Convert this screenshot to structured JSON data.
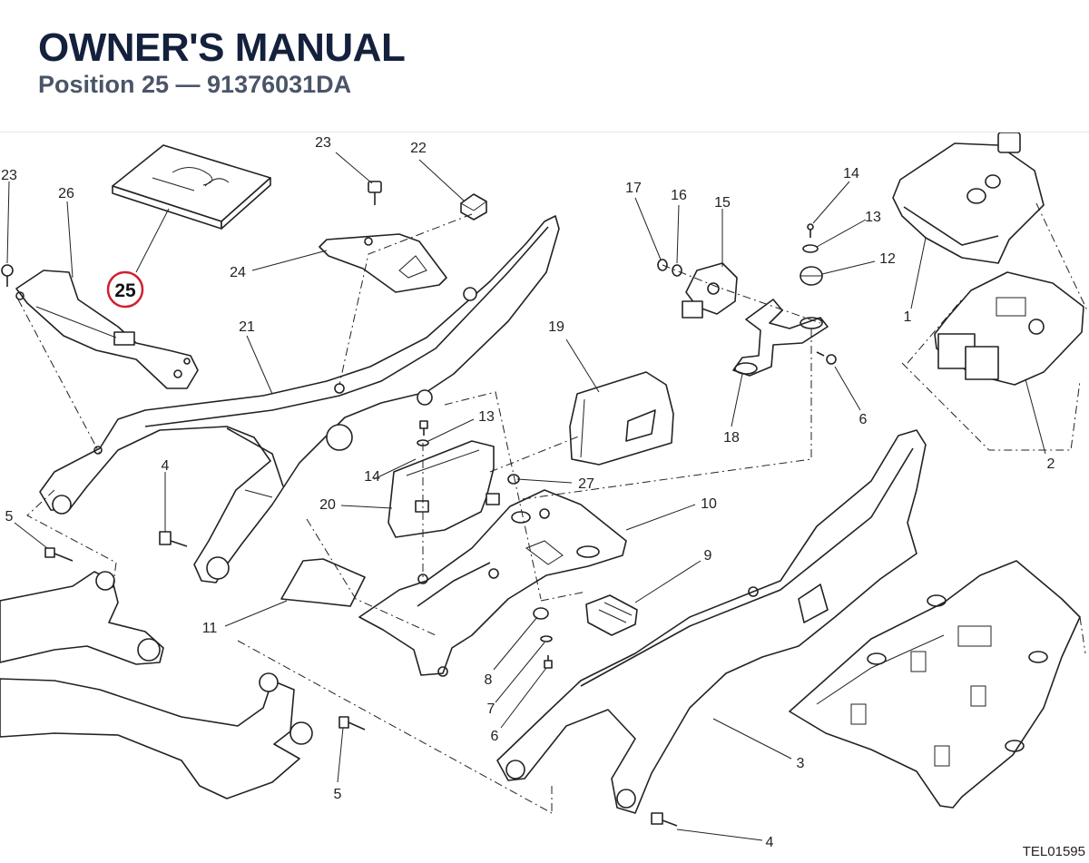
{
  "header": {
    "title": "OWNER'S MANUAL",
    "subtitle": "Position 25 — 91376031DA"
  },
  "highlight": {
    "label": "25",
    "color": "#d0202e"
  },
  "callouts": {
    "c23a": "23",
    "c26": "26",
    "c23b": "23",
    "c22": "22",
    "c24": "24",
    "c21": "21",
    "c17": "17",
    "c16": "16",
    "c15": "15",
    "c14a": "14",
    "c13a": "13",
    "c12": "12",
    "c1": "1",
    "c2": "2",
    "c18": "18",
    "c6a": "6",
    "c19": "19",
    "c13b": "13",
    "c14b": "14",
    "c27": "27",
    "c20": "20",
    "c10": "10",
    "c4a": "4",
    "c5a": "5",
    "c11": "11",
    "c9": "9",
    "c8": "8",
    "c7": "7",
    "c6b": "6",
    "c5b": "5",
    "c3": "3",
    "c4b": "4"
  },
  "drawing_ref": "TEL01595"
}
